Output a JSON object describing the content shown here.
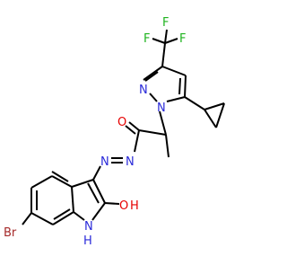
{
  "colors": {
    "bond": "#000000",
    "nitrogen": "#2a2ad9",
    "oxygen": "#e60000",
    "fluorine": "#1fb31f",
    "bromine": "#a52a2a",
    "background": "#ffffff"
  },
  "atoms": {
    "F1": "F",
    "F2": "F",
    "F3": "F",
    "N_pyrazole_2": "N",
    "N_pyrazole_1": "N",
    "O_carbonyl": "O",
    "N_hydrazone_1": "N",
    "N_hydrazone_2": "N",
    "O_hydroxy": "O",
    "H_hydroxy": "H",
    "N_indole": "N",
    "H_indole": "H",
    "Br": "Br"
  }
}
